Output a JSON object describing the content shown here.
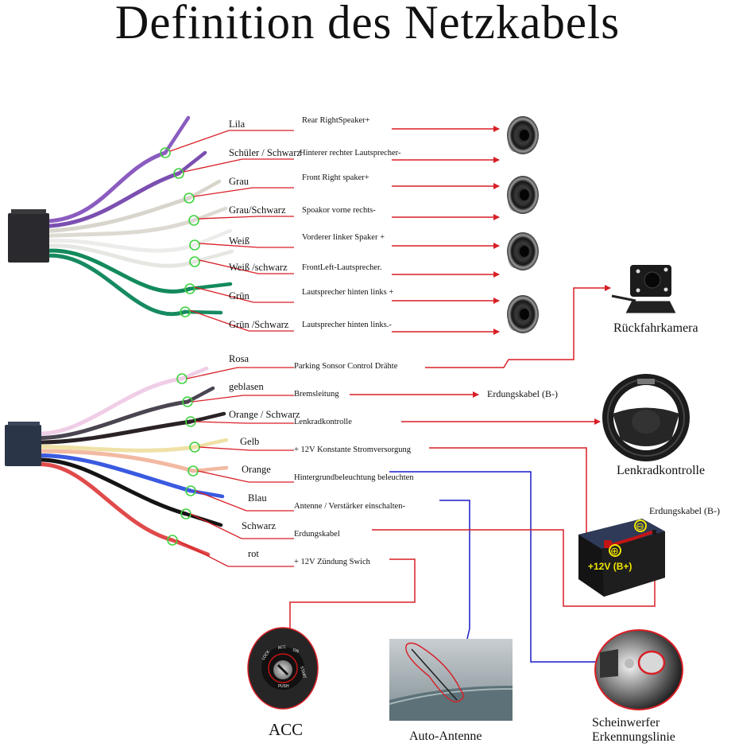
{
  "title": "Definition des Netzkabels",
  "colors": {
    "line_red": "#d81f26",
    "line_blue": "#1a1ac8",
    "marker_green": "#3fd23f",
    "battery_yellow": "#f2e600"
  },
  "speaker_harness": {
    "wires": [
      {
        "color_name": "Lila",
        "function": "Rear RightSpeaker+",
        "wire_color": "#8a5cc0"
      },
      {
        "color_name": "Schüler / Schwarz",
        "function": "Hinterer rechter Lautsprecher-",
        "wire_color": "#7b4fb0"
      },
      {
        "color_name": "Grau",
        "function": "Front Right spaker+",
        "wire_color": "#d8d6cc"
      },
      {
        "color_name": "Grau/Schwarz",
        "function": "Spoakor vorne rechts-",
        "wire_color": "#dcdad2"
      },
      {
        "color_name": "Weiß",
        "function": "Vorderer linker Spaker +",
        "wire_color": "#ececea"
      },
      {
        "color_name": "Weiß /schwarz",
        "function": "FrontLeft-Lautsprecher.",
        "wire_color": "#e6e6e2"
      },
      {
        "color_name": "Grün",
        "function": "Lautsprecher hinten links +",
        "wire_color": "#138a5c"
      },
      {
        "color_name": "Grün /Schwarz",
        "function": "Lautsprecher hinten links.-",
        "wire_color": "#168a60"
      }
    ],
    "speaker_icon": "speaker-icon"
  },
  "power_harness": {
    "wires": [
      {
        "color_name": "Rosa",
        "function": "Parking Sonsor Control Drähte",
        "wire_color": "#f0cde6"
      },
      {
        "color_name": "geblasen",
        "function": "Bremsleitung",
        "wire_color": "#4a4550"
      },
      {
        "color_name": "Orange / Schwarz",
        "function": "Lenkradkontrolle",
        "wire_color": "#2a2226"
      },
      {
        "color_name": "Gelb",
        "function": "+ 12V Konstante Stromversorgung",
        "wire_color": "#efe1a6"
      },
      {
        "color_name": "Orange",
        "function": "Hintergrundbeleuchtung beleuchten",
        "wire_color": "#f2b9a2"
      },
      {
        "color_name": "Blau",
        "function": "Antenne / Verstärker einschalten-",
        "wire_color": "#3a5ae0"
      },
      {
        "color_name": "Schwarz",
        "function": "Erdungskabel",
        "wire_color": "#141414"
      },
      {
        "color_name": "rot",
        "function": "+ 12V Zündung Swich",
        "wire_color": "#e04a4a"
      }
    ]
  },
  "devices": {
    "camera": "Rückfahrkamera",
    "brake_ground": "Erdungskabel (B-)",
    "steering": "Lenkradkontrolle",
    "battery_ground": "Erdungskabel (B-)",
    "battery_plus": "+12V  (B+)",
    "battery_plus_symbol": "⊕",
    "battery_minus_symbol": "⊖",
    "acc": "ACC",
    "antenna": "Auto-Antenne",
    "headlight_line1": "Scheinwerfer",
    "headlight_line2": "Erkennungslinie",
    "ignition_ring_text": [
      "LOCK",
      "ACC",
      "ON",
      "START",
      "PUSH"
    ]
  }
}
